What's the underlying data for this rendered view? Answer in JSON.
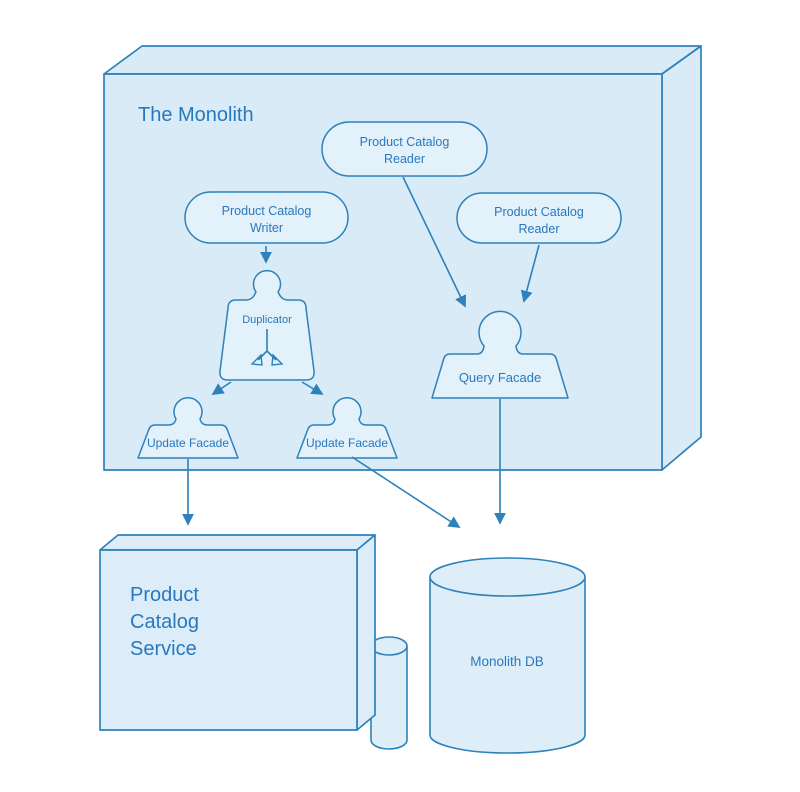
{
  "diagram": {
    "colors": {
      "stroke": "#2e81ba",
      "text": "#2878be",
      "container_fill": "#daebf8",
      "node_fill": "#e3f1fb",
      "background": "#ffffff"
    },
    "monolith": {
      "label": "The Monolith",
      "pills": [
        {
          "line1": "Product Catalog",
          "line2": "Reader"
        },
        {
          "line1": "Product Catalog",
          "line2": "Writer"
        },
        {
          "line1": "Product Catalog",
          "line2": "Reader"
        }
      ],
      "duplicator": {
        "label": "Duplicator"
      },
      "update_facade_left": {
        "label": "Update Facade"
      },
      "update_facade_right": {
        "label": "Update Facade"
      },
      "query_facade": {
        "label": "Query Facade"
      }
    },
    "service_box": {
      "line1": "Product",
      "line2": "Catalog",
      "line3": "Service"
    },
    "database": {
      "label": "Monolith DB"
    }
  }
}
